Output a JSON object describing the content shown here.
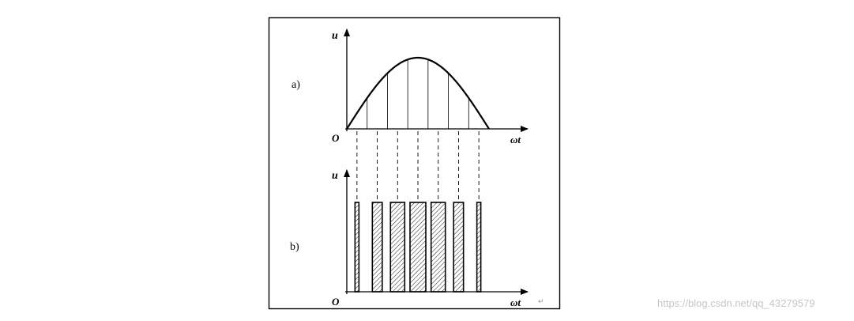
{
  "panel_a": {
    "label": "a)",
    "y_label": "u",
    "origin_label": "O",
    "x_label": "ωt"
  },
  "panel_b": {
    "label": "b)",
    "y_label": "u",
    "origin_label": "O",
    "x_label": "ωt"
  },
  "pulse_count": 7,
  "return_mark": "↵",
  "watermark": "https://blog.csdn.net/qq_43279579",
  "colors": {
    "line": "#000000",
    "background": "#ffffff",
    "watermark": "#c7c7c7"
  }
}
